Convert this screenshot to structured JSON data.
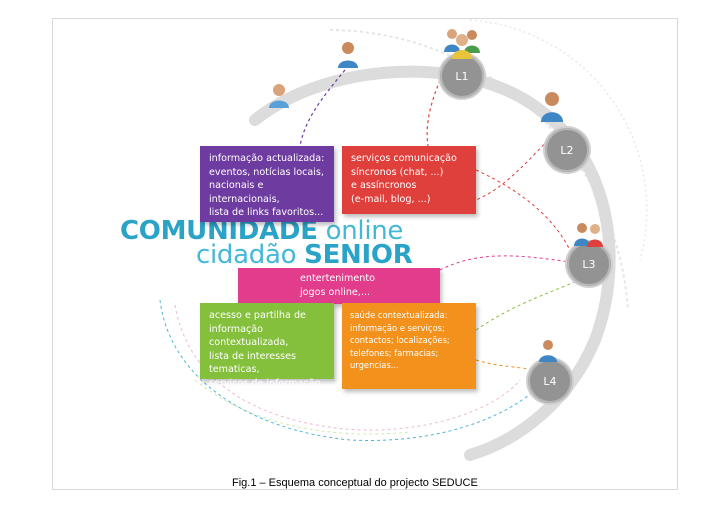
{
  "boxes": {
    "info": "informação actualizada:\neventos, notícias locais,\nnacionais e internacionais,\nlista de links favoritos...",
    "comms": "serviços comunicação\nsíncronos (chat, ...)\ne assíncronos\n(e-mail, blog, ...)",
    "fun": "entertenimento\njogos online,...",
    "share": "acesso e partilha de\ninformação contextualizada,\nlista de interesses tematicas,\nserviços de informação",
    "health": "saúde contextualizada:\ninformação e serviços;\ncontactos; localizações;\ntelefones; farmacias;\nurgencias..."
  },
  "title": {
    "line1_bold": "COMUNIDADE",
    "line1_light": "online",
    "line2_light": "cidadão",
    "line2_bold": "SENIOR"
  },
  "levels": [
    "L1",
    "L2",
    "L3",
    "L4"
  ],
  "icons": [
    "user-icon",
    "user-group-icon"
  ],
  "colors": {
    "purple": "#6e3ba0",
    "red": "#e0403c",
    "pink": "#e23c8c",
    "green": "#85c03c",
    "orange": "#f2911c",
    "title": "#2aa3c7",
    "node": "#939393"
  },
  "caption": "Fig.1 – Esquema conceptual do projecto SEDUCE"
}
